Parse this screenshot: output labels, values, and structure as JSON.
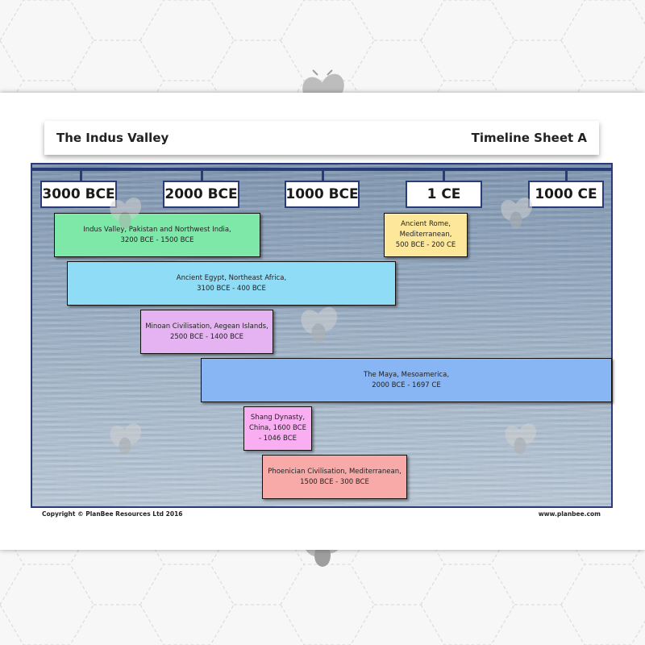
{
  "header": {
    "title": "The Indus Valley",
    "sheet_label": "Timeline Sheet A"
  },
  "timeline": {
    "ticks": [
      "3000 BCE",
      "2000 BCE",
      "1000 BCE",
      "1 CE",
      "1000 CE"
    ]
  },
  "civilisations": [
    {
      "line1": "Indus Valley, Pakistan and Northwest India,",
      "line2": "3200 BCE - 1500 BCE",
      "line3": "",
      "color": "#7de8a8"
    },
    {
      "line1": "Ancient Rome,",
      "line2": "Mediterranean,",
      "line3": "500 BCE - 200 CE",
      "color": "#fde79b"
    },
    {
      "line1": "Ancient Egypt, Northeast Africa,",
      "line2": "3100 BCE - 400 BCE",
      "line3": "",
      "color": "#8fdcf7"
    },
    {
      "line1": "Minoan Civilisation, Aegean Islands,",
      "line2": "2500 BCE - 1400 BCE",
      "line3": "",
      "color": "#e5b3f2"
    },
    {
      "line1": "The Maya, Mesoamerica,",
      "line2": "2000 BCE - 1697 CE",
      "line3": "",
      "color": "#88b5f3"
    },
    {
      "line1": "Shang Dynasty,",
      "line2": "China, 1600 BCE",
      "line3": "- 1046 BCE",
      "color": "#f9aef2"
    },
    {
      "line1": "Phoenician Civilisation, Mediterranean,",
      "line2": "1500 BCE - 300 BCE",
      "line3": "",
      "color": "#f8aaa8"
    }
  ],
  "footer": {
    "copyright": "Copyright © PlanBee Resources Ltd 2016",
    "website": "www.planbee.com"
  },
  "colors": {
    "axis": "#2a3b7a",
    "sheet": "#ffffff"
  }
}
